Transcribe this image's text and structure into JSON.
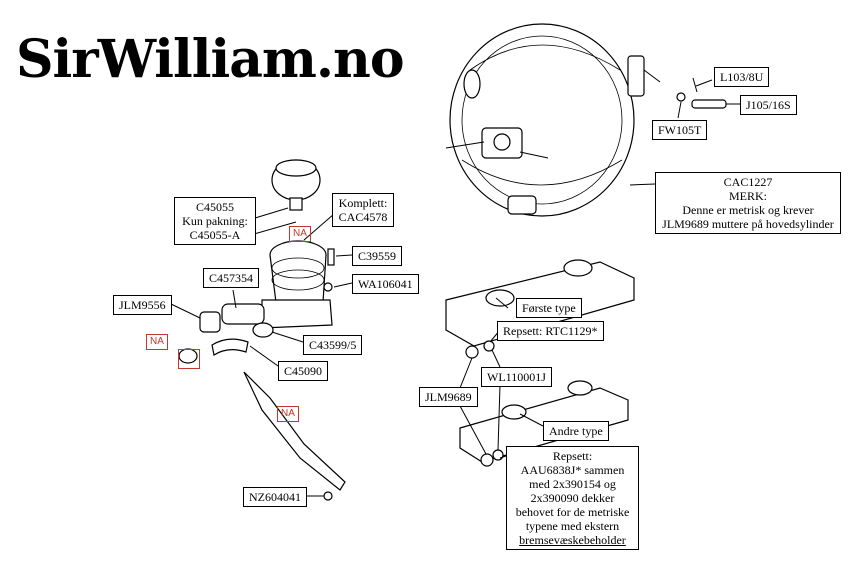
{
  "site": {
    "logo_text": "SirWilliam.no"
  },
  "labels": {
    "l103": "L103/8U",
    "j105": "J105/16S",
    "fw105t": "FW105T",
    "cac1227": [
      "CAC1227",
      "MERK:",
      "Denne er metrisk og krever",
      "JLM9689 muttere på hovedsylinder"
    ],
    "c45055": [
      "C45055",
      "Kun pakning:",
      "C45055-A"
    ],
    "komplett": [
      "Komplett:",
      "CAC4578"
    ],
    "c39559": "C39559",
    "wa106041": "WA106041",
    "c457354": "C457354",
    "jlm9556": "JLM9556",
    "c43599": "C43599/5",
    "c45090": "C45090",
    "nz604041": "NZ604041",
    "forste_type": "Første type",
    "repsett_rtc": "Repsett: RTC1129*",
    "wl110001j": "WL110001J",
    "jlm9689": "JLM9689",
    "andre_type": "Andre type",
    "repsett_aau": [
      "Repsett:",
      "AAU6838J* sammen",
      "med 2x390154 og",
      "2x390090 dekker",
      "behovet for de metriske",
      "typene med ekstern",
      "bremsevæskebeholder"
    ]
  },
  "markers": {
    "na_1": "NA",
    "na_2": "NA",
    "na_3": "NA"
  }
}
